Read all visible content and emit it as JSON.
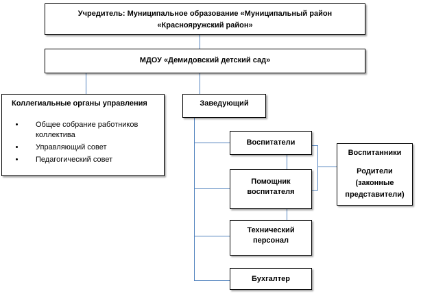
{
  "founder": {
    "line1": "Учредитель: Муниципальное  образование «Муниципальный  район",
    "line2": "«Краснояружский  район»"
  },
  "mdou": {
    "label": "МДОУ «Демидовский  детский сад»"
  },
  "collegial": {
    "title": "Коллегиальные органы управления",
    "items": [
      "Общее собрание работников коллектива",
      "Управляющий совет",
      "Педагогический совет"
    ]
  },
  "head": {
    "label": "Заведующий"
  },
  "educators": {
    "label": "Воспитатели"
  },
  "assistant": {
    "line1": "Помощник",
    "line2": "воспитателя"
  },
  "tech": {
    "line1": "Технический",
    "line2": "персонал"
  },
  "accountant": {
    "label": "Бухгалтер"
  },
  "pupils": {
    "title": "Воспитанники",
    "parents_line1": "Родители",
    "parents_line2": "(законные",
    "parents_line3": "представители)"
  },
  "colors": {
    "connector": "#4f81bd",
    "border": "#000000"
  }
}
